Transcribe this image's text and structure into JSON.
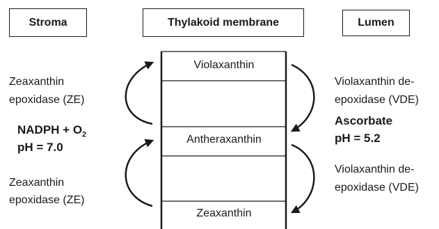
{
  "compartments": {
    "stroma": "Stroma",
    "membrane": "Thylakoid membrane",
    "lumen": "Lumen"
  },
  "pigments": {
    "top": "Violaxanthin",
    "middle": "Antheraxanthin",
    "bottom": "Zeaxanthin"
  },
  "stroma_side": {
    "enzyme_top_line1": "Zeaxanthin",
    "enzyme_top_line2": "epoxidase (ZE)",
    "condition_line1_main": "NADPH + O",
    "condition_line1_sub": "2",
    "condition_line2": "pH = 7.0",
    "enzyme_bottom_line1": "Zeaxanthin",
    "enzyme_bottom_line2": "epoxidase (ZE)"
  },
  "lumen_side": {
    "enzyme_top_line1": "Violaxanthin de-",
    "enzyme_top_line2": "epoxidase (VDE)",
    "condition_line1": "Ascorbate",
    "condition_line2": "pH = 5.2",
    "enzyme_bottom_line1": "Violaxanthin de-",
    "enzyme_bottom_line2": "epoxidase (VDE)"
  },
  "colors": {
    "ink": "#1a1a1a",
    "background": "#ffffff"
  }
}
